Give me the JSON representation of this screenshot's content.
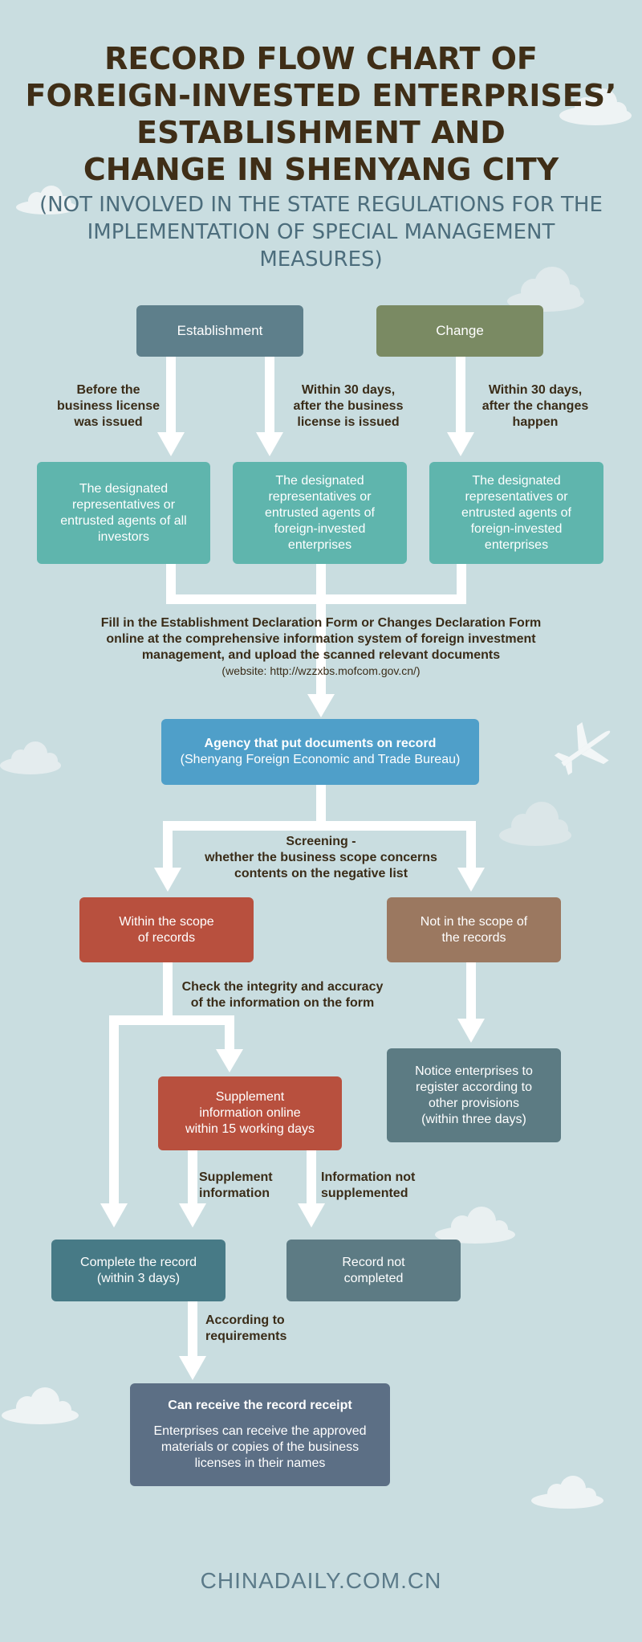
{
  "title": {
    "line1": "RECORD FLOW CHART OF",
    "line2": "FOREIGN-INVESTED ENTERPRISES’",
    "line3": "ESTABLISHMENT AND",
    "line4": "CHANGE IN SHENYANG CITY"
  },
  "subtitle": {
    "line1": "(NOT INVOLVED IN THE STATE REGULATIONS FOR THE",
    "line2": "IMPLEMENTATION OF SPECIAL MANAGEMENT MEASURES)"
  },
  "colors": {
    "background": "#c9dde0",
    "establishment": "#5e7f8b",
    "change": "#7a8a63",
    "teal": "#5fb5ad",
    "agency": "#4f9fc9",
    "within_scope": "#b8503e",
    "not_in_scope": "#9b7860",
    "notice": "#5c7b83",
    "supplement": "#b8503e",
    "complete": "#477a86",
    "not_completed": "#5d7b84",
    "receipt": "#5c6f85",
    "arrow": "#ffffff",
    "title_text": "#3f2e17"
  },
  "nodes": {
    "establishment": "Establishment",
    "change": "Change",
    "investors": [
      "The designated",
      "representatives or",
      "entrusted agents of all",
      "investors"
    ],
    "enterprises_a": [
      "The designated",
      "representatives or",
      "entrusted agents of",
      "foreign-invested",
      "enterprises"
    ],
    "enterprises_b": [
      "The designated",
      "representatives or",
      "entrusted agents of",
      "foreign-invested",
      "enterprises"
    ],
    "agency_title": "Agency that put documents on record",
    "agency_sub": "(Shenyang Foreign Economic and Trade Bureau)",
    "within_scope": [
      "Within the scope",
      "of records"
    ],
    "not_in_scope": [
      "Not in the scope of",
      "the records"
    ],
    "notice": [
      "Notice enterprises to",
      "register according to",
      "other provisions",
      "(within three days)"
    ],
    "supplement_online": [
      "Supplement",
      "information online",
      "within 15 working days"
    ],
    "complete": [
      "Complete the record",
      "(within 3 days)"
    ],
    "not_completed": [
      "Record not",
      "completed"
    ],
    "receipt_title": "Can receive the record receipt",
    "receipt_body": [
      "Enterprises can receive the approved",
      "materials or copies of the business",
      "licenses in their names"
    ]
  },
  "labels": {
    "before_license": [
      "Before the",
      "business license",
      "was issued"
    ],
    "within30_license": [
      "Within 30 days,",
      "after the business",
      "license is issued"
    ],
    "within30_changes": [
      "Within 30 days,",
      "after the changes",
      "happen"
    ],
    "fill_in": [
      "Fill in the Establishment Declaration Form or Changes Declaration Form",
      "online at the comprehensive information system of foreign investment",
      "management, and upload the scanned relevant documents"
    ],
    "website": "(website: http://wzzxbs.mofcom.gov.cn/)",
    "screening": [
      "Screening -",
      "whether the business scope concerns",
      "contents on the negative list"
    ],
    "check": [
      "Check the integrity and accuracy",
      "of the information on the form"
    ],
    "supplement_info": [
      "Supplement",
      "information"
    ],
    "not_supplemented": [
      "Information not",
      "supplemented"
    ],
    "according": [
      "According to",
      "requirements"
    ]
  },
  "footer": "CHINADAILY.COM.CN"
}
